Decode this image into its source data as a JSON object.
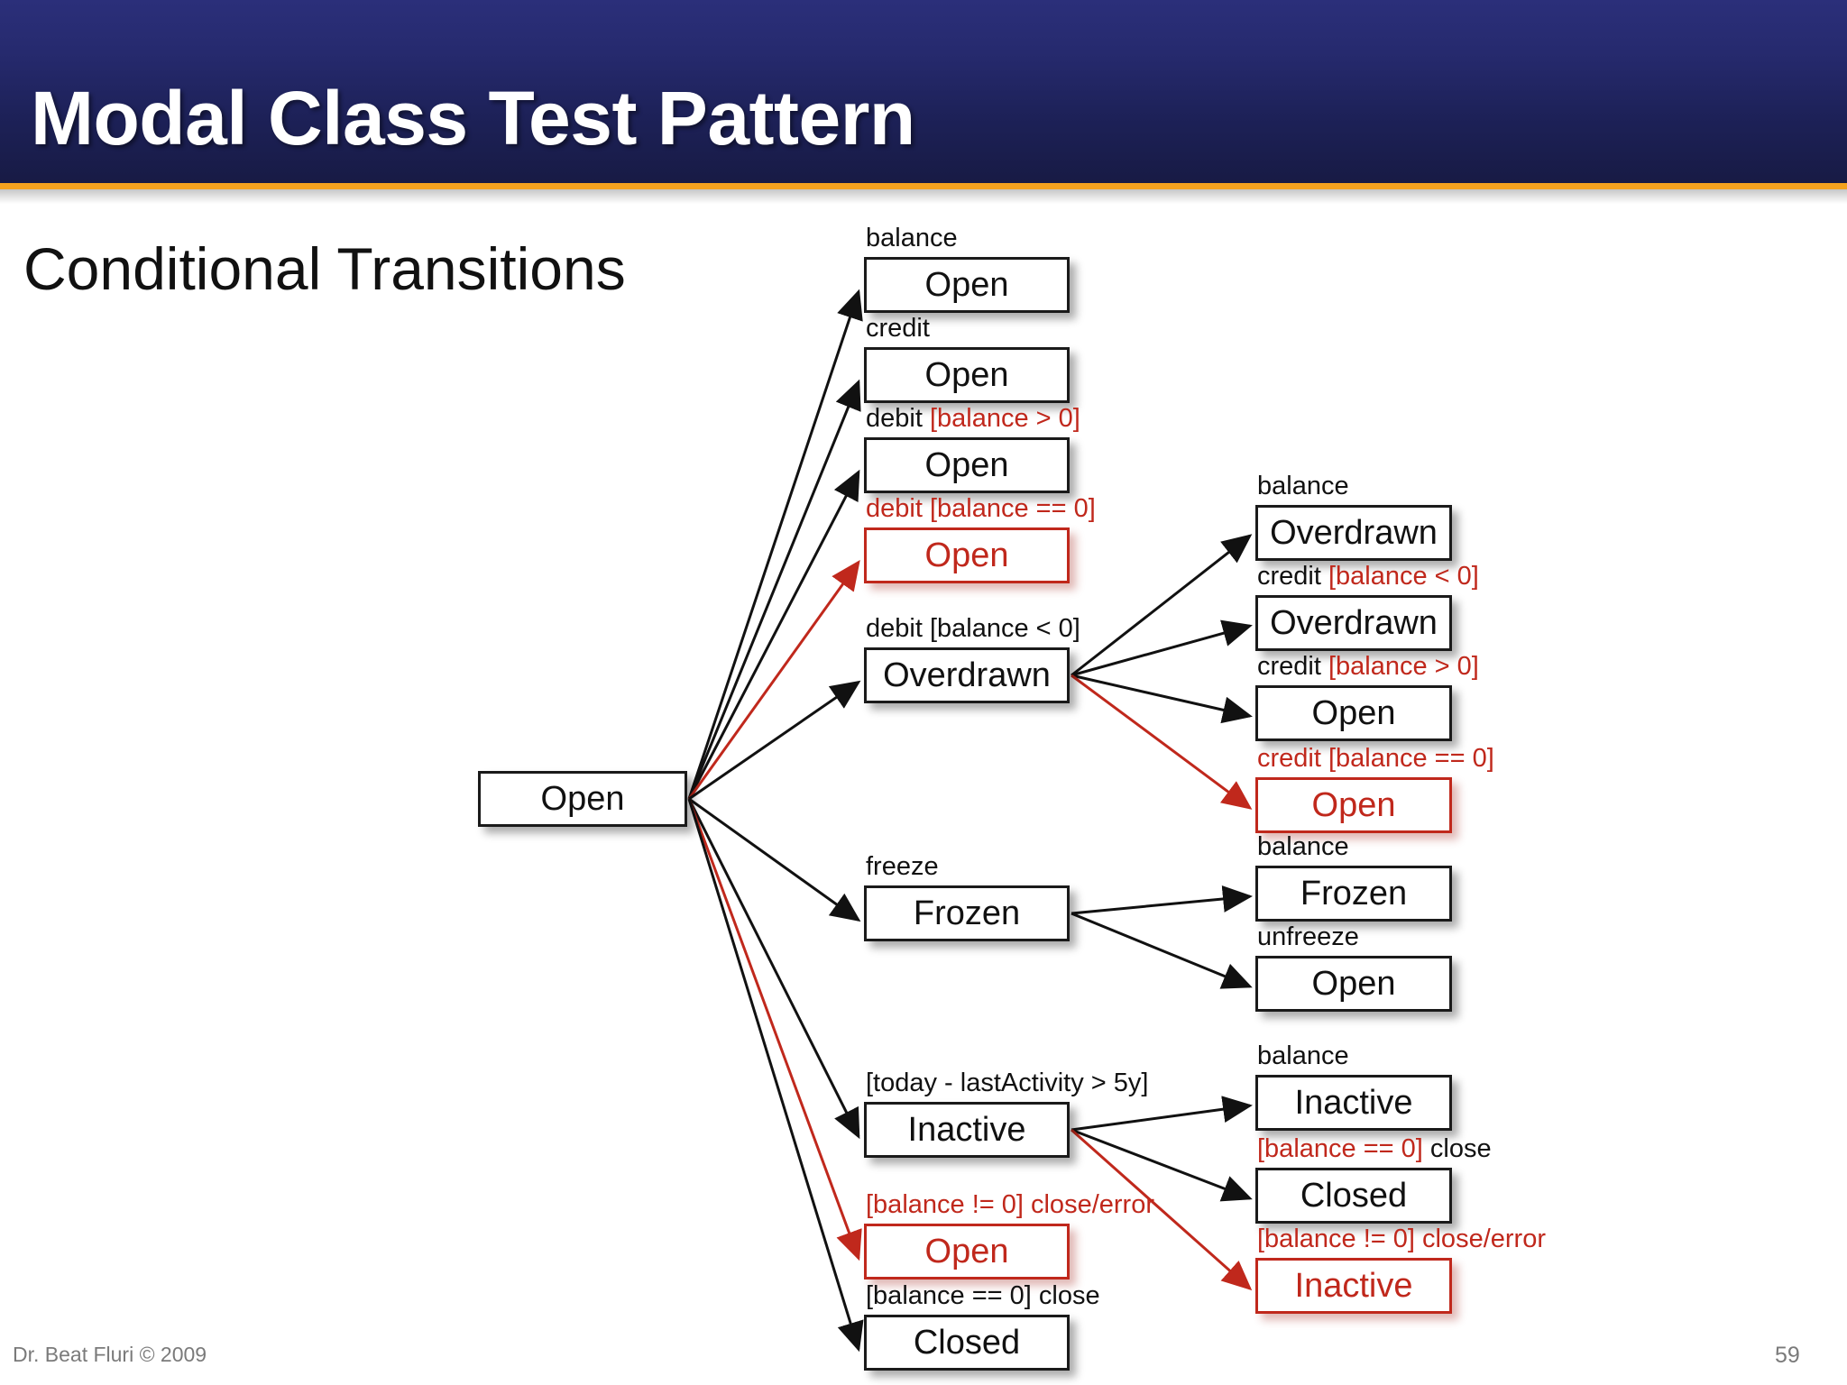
{
  "slide": {
    "title": "Modal Class Test Pattern",
    "subtitle": "Conditional Transitions",
    "footer_left": "Dr. Beat Fluri © 2009",
    "page_number": "59",
    "colors": {
      "header_top": "#2b2f7a",
      "header_bottom": "#171a43",
      "accent_rule": "#F5A21E",
      "highlight_red": "#C0281C",
      "node_border": "#1a1a1a",
      "footer_text": "#7a7a7a"
    }
  },
  "diagram": {
    "type": "state-transition-tree",
    "source": {
      "label": "Open"
    },
    "level1": [
      {
        "id": "l1-0",
        "label": "Open",
        "guard_black": "balance",
        "guard_red": "",
        "highlighted": false
      },
      {
        "id": "l1-1",
        "label": "Open",
        "guard_black": "credit",
        "guard_red": "",
        "highlighted": false
      },
      {
        "id": "l1-2",
        "label": "Open",
        "guard_black": "debit ",
        "guard_red": "[balance > 0]",
        "highlighted": false
      },
      {
        "id": "l1-3",
        "label": "Open",
        "guard_black": "",
        "guard_red": "debit [balance == 0]",
        "highlighted": true
      },
      {
        "id": "l1-4",
        "label": "Overdrawn",
        "guard_black": "debit [balance < 0]",
        "guard_red": "",
        "highlighted": false
      },
      {
        "id": "l1-5",
        "label": "Frozen",
        "guard_black": "freeze",
        "guard_red": "",
        "highlighted": false
      },
      {
        "id": "l1-6",
        "label": "Inactive",
        "guard_black": "[today - lastActivity > 5y]",
        "guard_red": "",
        "highlighted": false
      },
      {
        "id": "l1-7",
        "label": "Open",
        "guard_black": "",
        "guard_red": "[balance != 0] close/error",
        "highlighted": true
      },
      {
        "id": "l1-8",
        "label": "Closed",
        "guard_black": "[balance == 0] close",
        "guard_red": "",
        "highlighted": false
      }
    ],
    "level2": [
      {
        "id": "l2-0",
        "parent": "l1-4",
        "label": "Overdrawn",
        "guard_black": "balance",
        "guard_red": "",
        "guard_red_first": "",
        "highlighted": false
      },
      {
        "id": "l2-1",
        "parent": "l1-4",
        "label": "Overdrawn",
        "guard_black": "credit ",
        "guard_red": "[balance < 0]",
        "guard_red_first": "",
        "highlighted": false
      },
      {
        "id": "l2-2",
        "parent": "l1-4",
        "label": "Open",
        "guard_black": "credit ",
        "guard_red": "[balance > 0]",
        "guard_red_first": "",
        "highlighted": false
      },
      {
        "id": "l2-3",
        "parent": "l1-4",
        "label": "Open",
        "guard_black": "",
        "guard_red": "credit [balance == 0]",
        "guard_red_first": "",
        "highlighted": true
      },
      {
        "id": "l2-4",
        "parent": "l1-5",
        "label": "Frozen",
        "guard_black": "balance",
        "guard_red": "",
        "guard_red_first": "",
        "highlighted": false
      },
      {
        "id": "l2-5",
        "parent": "l1-5",
        "label": "Open",
        "guard_black": "unfreeze",
        "guard_red": "",
        "guard_red_first": "",
        "highlighted": false
      },
      {
        "id": "l2-6",
        "parent": "l1-6",
        "label": "Inactive",
        "guard_black": "balance",
        "guard_red": "",
        "guard_red_first": "",
        "highlighted": false
      },
      {
        "id": "l2-7",
        "parent": "l1-6",
        "label": "Closed",
        "guard_black": " close",
        "guard_red": "",
        "guard_red_first": "[balance == 0]",
        "highlighted": false
      },
      {
        "id": "l2-8",
        "parent": "l1-6",
        "label": "Inactive",
        "guard_black": "",
        "guard_red": "[balance != 0] close/error",
        "guard_red_first": "",
        "highlighted": true
      }
    ]
  }
}
